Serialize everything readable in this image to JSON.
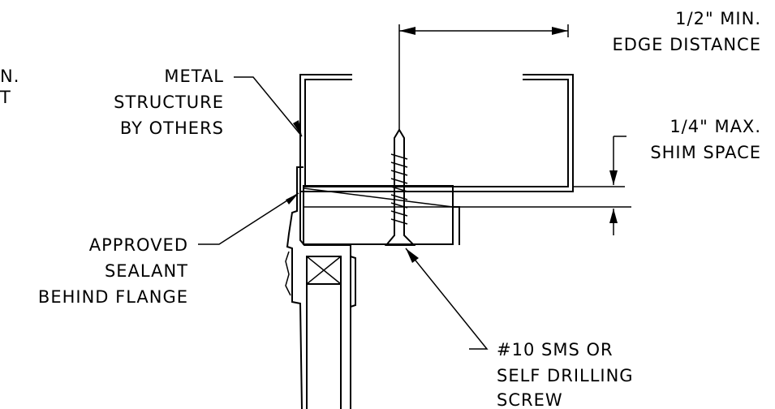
{
  "labels": {
    "cut_left_1": "N.",
    "cut_left_2": "T",
    "metal_1": "METAL",
    "metal_2": "STRUCTURE",
    "metal_3": "BY OTHERS",
    "edge_1": "1/2\" MIN.",
    "edge_2": "EDGE DISTANCE",
    "shim_1": "1/4\" MAX.",
    "shim_2": "SHIM SPACE",
    "sealant_1": "APPROVED",
    "sealant_2": "SEALANT",
    "sealant_3": "BEHIND FLANGE",
    "screw_1": "#10 SMS OR",
    "screw_2": "SELF DRILLING",
    "screw_3": "SCREW"
  }
}
